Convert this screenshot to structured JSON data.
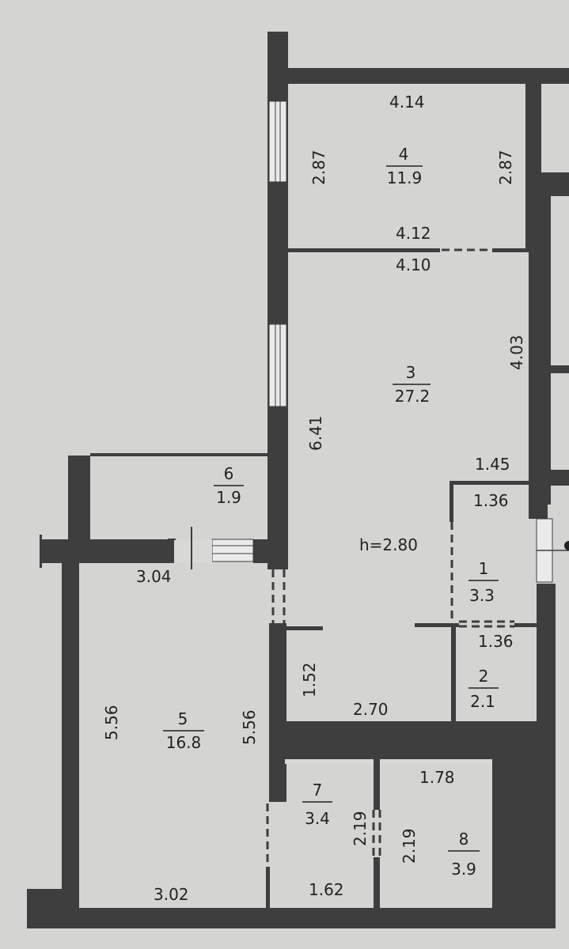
{
  "rooms": [
    {
      "number": "4",
      "area": "11.9"
    },
    {
      "number": "3",
      "area": "27.2"
    },
    {
      "number": "6",
      "area": "1.9"
    },
    {
      "number": "1",
      "area": "3.3"
    },
    {
      "number": "2",
      "area": "2.1"
    },
    {
      "number": "5",
      "area": "16.8"
    },
    {
      "number": "7",
      "area": "3.4"
    },
    {
      "number": "8",
      "area": "3.9"
    }
  ],
  "dimensions": {
    "r4_top": "4.14",
    "r4_left": "2.87",
    "r4_right": "2.87",
    "r4_bottom": "4.12",
    "r3_top": "4.10",
    "r3_right": "4.03",
    "r3_left": "6.41",
    "r1_top_outer": "1.45",
    "r1_top_inner": "1.36",
    "r2_top": "1.36",
    "r6_bottom": "3.04",
    "r5_left": "5.56",
    "r5_right": "5.56",
    "r5_bottom": "3.02",
    "hall_left": "1.52",
    "hall_bottom": "2.70",
    "r7_right": "2.19",
    "r7_bottom": "1.62",
    "r8_top": "1.78",
    "r8_left": "2.19"
  },
  "ceiling_height": "h=2.80"
}
